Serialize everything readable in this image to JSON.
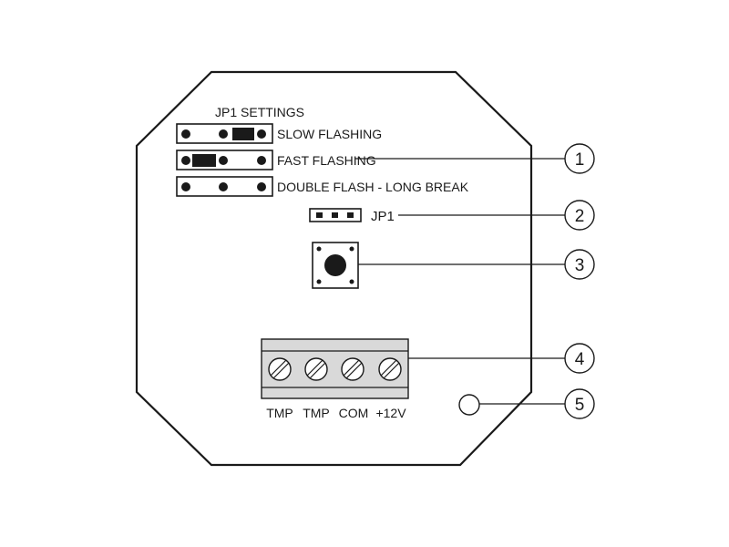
{
  "diagram": {
    "jp1_settings_title": "JP1 SETTINGS",
    "jumper_settings": [
      {
        "label": "SLOW FLASHING",
        "bridge": "right"
      },
      {
        "label": "FAST FLASHING",
        "bridge": "left"
      },
      {
        "label": "DOUBLE FLASH - LONG BREAK",
        "bridge": "none"
      }
    ],
    "jp1_label": "JP1",
    "terminals": [
      "TMP",
      "TMP",
      "COM",
      "+12V"
    ],
    "callouts": [
      "1",
      "2",
      "3",
      "4",
      "5"
    ]
  },
  "colors": {
    "ink": "#1a1a1a",
    "terminal_block_fill": "#d9d9d9",
    "background": "#ffffff"
  }
}
